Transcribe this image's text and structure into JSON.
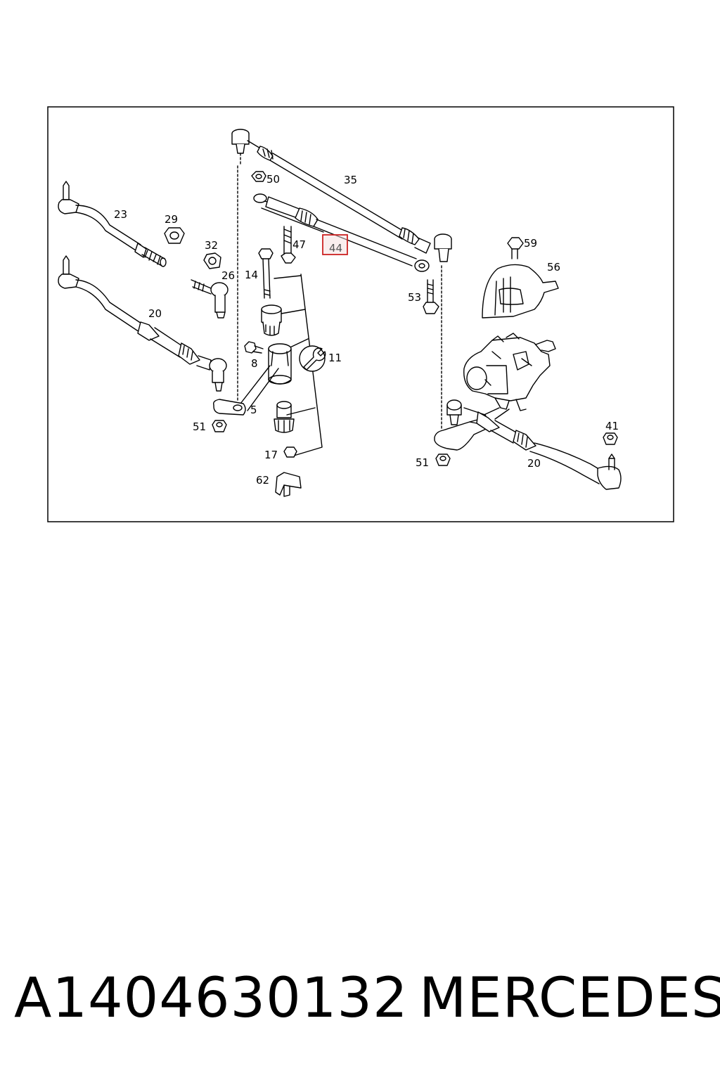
{
  "diagram": {
    "callouts": {
      "c23": "23",
      "c29": "29",
      "c32": "32",
      "c26": "26",
      "c20a": "20",
      "c50": "50",
      "c35": "35",
      "c47": "47",
      "c44": "44",
      "c14": "14",
      "c59": "59",
      "c56": "56",
      "c53": "53",
      "c11": "11",
      "c8": "8",
      "c5": "5",
      "c51a": "51",
      "c41": "41",
      "c17": "17",
      "c51b": "51",
      "c20b": "20",
      "c62": "62"
    },
    "highlight_color": "#cc2222"
  },
  "footer": {
    "part_number": "A1404630132",
    "brand": "MERCEDES"
  }
}
